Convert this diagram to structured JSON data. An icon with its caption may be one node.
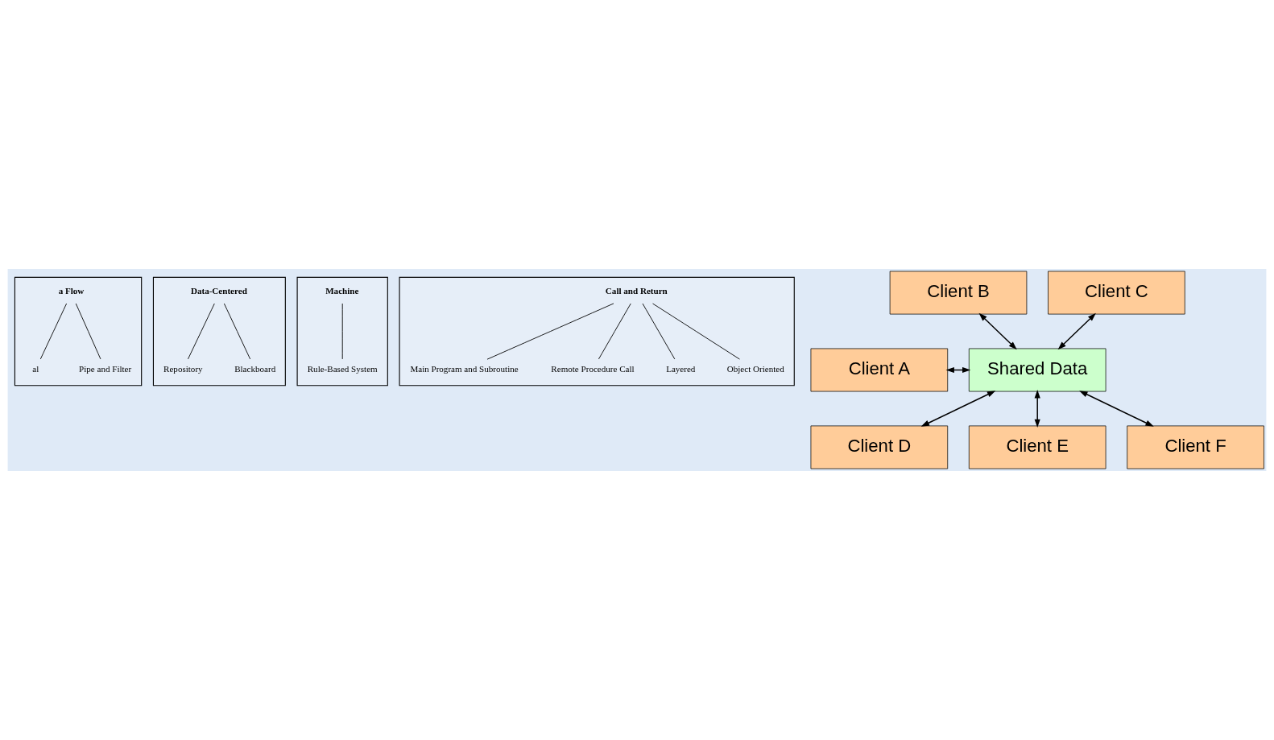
{
  "diagram": {
    "nodes": [
      {
        "text": [],
        "shape": "box"
      },
      {
        "text": [
          "a Flow"
        ],
        "in": 0
      },
      {
        "text": [
          "al"
        ],
        "in": 0
      },
      {
        "text": [
          "Pipe and Filter"
        ],
        "in": 0
      },
      {
        "text": [],
        "shape": "box"
      },
      {
        "text": [
          "Data-Centered"
        ],
        "in": 4
      },
      {
        "text": [
          "Repository"
        ],
        "in": 4
      },
      {
        "text": [
          "Blackboard"
        ],
        "in": 4
      },
      {
        "text": [],
        "shape": "box"
      },
      {
        "text": [
          "Machine"
        ],
        "in": 8
      },
      {
        "text": [
          "Rule-Based System"
        ],
        "in": 8
      },
      {
        "text": [],
        "shape": "box"
      },
      {
        "text": [
          "Call and Return"
        ],
        "in": 11
      },
      {
        "text": [
          "Main Program and Subroutine"
        ],
        "in": 11
      },
      {
        "text": [
          "Remote Procedure Call"
        ],
        "in": 11
      },
      {
        "text": [
          "Layered"
        ],
        "in": 11
      },
      {
        "text": [
          "Object Oriented"
        ],
        "in": 11
      },
      {
        "text": [
          "Client B"
        ]
      },
      {
        "text": [
          "Client C"
        ]
      },
      {
        "text": [
          "Client A"
        ]
      },
      {
        "text": [
          "Shared Data"
        ]
      },
      {
        "text": [
          "Client D"
        ]
      },
      {
        "text": [
          "Client E"
        ]
      },
      {
        "text": [
          "Client F"
        ]
      }
    ],
    "edges": [
      {
        "from": 1,
        "to": 2,
        "arrow": "none"
      },
      {
        "from": 1,
        "to": 3,
        "arrow": "none"
      },
      {
        "from": 5,
        "to": 6,
        "arrow": "none"
      },
      {
        "from": 5,
        "to": 7,
        "arrow": "none"
      },
      {
        "from": 9,
        "to": 10,
        "arrow": "none"
      },
      {
        "from": 12,
        "to": 13,
        "arrow": "none"
      },
      {
        "from": 12,
        "to": 14,
        "arrow": "none"
      },
      {
        "from": 12,
        "to": 15,
        "arrow": "none"
      },
      {
        "from": 12,
        "to": 16,
        "arrow": "none"
      },
      {
        "from": 17,
        "to": 20,
        "arrow": "both"
      },
      {
        "from": 18,
        "to": 20,
        "arrow": "both"
      },
      {
        "from": 19,
        "to": 20,
        "arrow": "both"
      },
      {
        "from": 20,
        "to": 21,
        "arrow": "both"
      },
      {
        "from": 20,
        "to": 22,
        "arrow": "both"
      },
      {
        "from": 20,
        "to": 23,
        "arrow": "both"
      }
    ]
  }
}
